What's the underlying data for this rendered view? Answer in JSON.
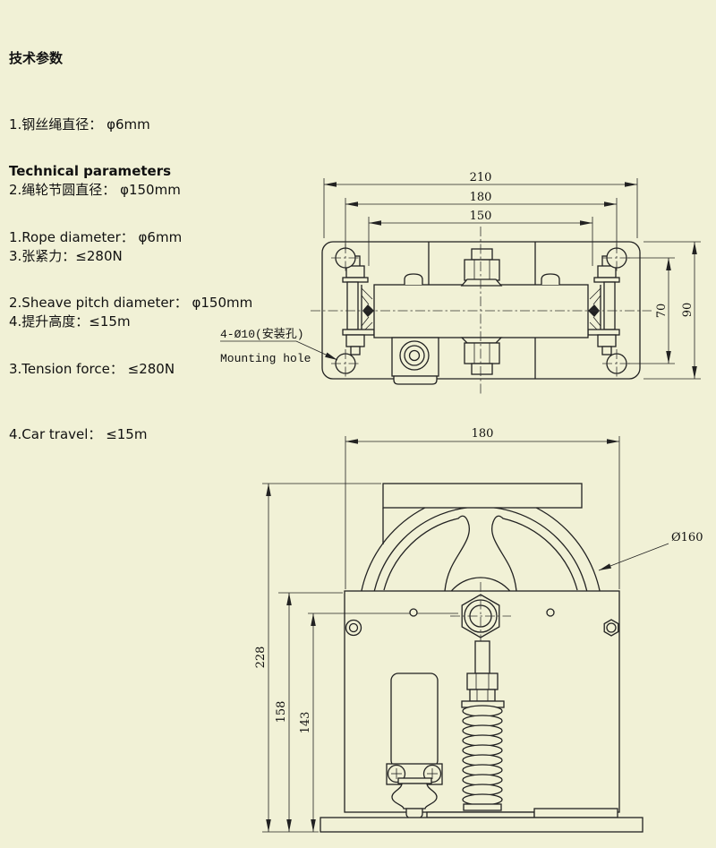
{
  "colors": {
    "background": "#f1f1d6",
    "line": "#222222",
    "text": "#111111"
  },
  "specs_cn": {
    "title": "技术参数",
    "items": [
      "1.钢丝绳直径： φ6mm",
      "2.绳轮节圆直径： φ150mm",
      "3.张紧力：≤280N",
      "4.提升高度：≤15m"
    ]
  },
  "specs_en": {
    "title": "Technical parameters",
    "items": [
      "1.Rope diameter： φ6mm",
      "2.Sheave pitch diameter： φ150mm",
      "3.Tension force： ≤280N",
      "4.Car travel： ≤15m"
    ]
  },
  "top_view": {
    "dims": {
      "overall_width": "210",
      "hole_span": "180",
      "clamp_span": "150",
      "hole_vspan": "70",
      "overall_depth": "90"
    },
    "mounting_label": {
      "cn": "4-Ø10(安装孔)",
      "en": "Mounting hole"
    }
  },
  "front_view": {
    "dims": {
      "overall_width": "180",
      "sheave_diameter": "Ø160",
      "overall_height": "228",
      "housing_height": "158",
      "rope_line_height": "143"
    }
  }
}
